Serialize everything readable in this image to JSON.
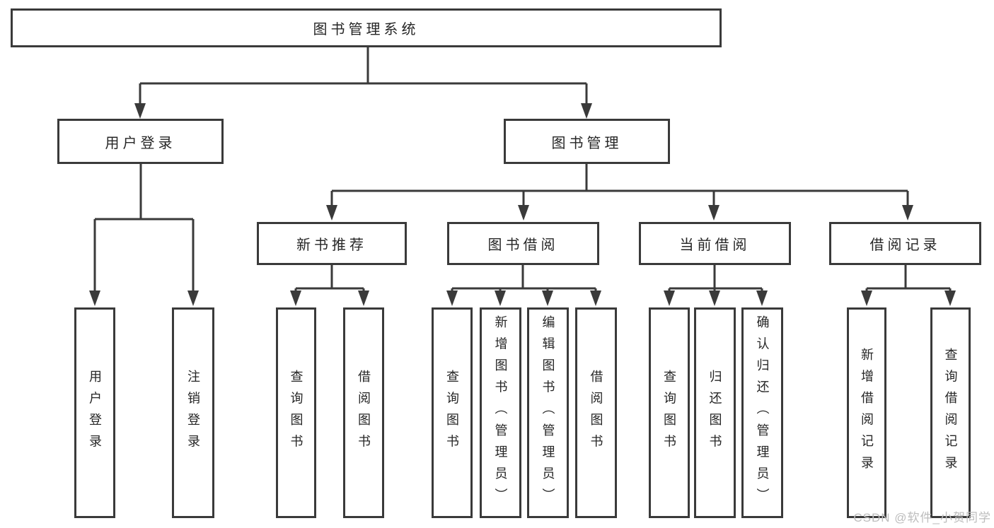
{
  "tree": {
    "root": "图书管理系统",
    "branches": [
      {
        "label": "用户登录",
        "children": [
          "用户登录",
          "注销登录"
        ]
      },
      {
        "label": "图书管理",
        "modules": [
          {
            "label": "新书推荐",
            "children": [
              "查询图书",
              "借阅图书"
            ]
          },
          {
            "label": "图书借阅",
            "children": [
              "查询图书",
              "新增图书（管理员）",
              "编辑图书（管理员）",
              "借阅图书"
            ]
          },
          {
            "label": "当前借阅",
            "children": [
              "查询图书",
              "归还图书",
              "确认归还（管理员）"
            ]
          },
          {
            "label": "借阅记录",
            "children": [
              "新增借阅记录",
              "查询借阅记录"
            ]
          }
        ]
      }
    ]
  },
  "watermark": "CSDN @软件_小贺同学",
  "colors": {
    "line": "#3a3a3a",
    "text": "#262626",
    "watermark": "#bdbdbd",
    "background": "#ffffff"
  }
}
